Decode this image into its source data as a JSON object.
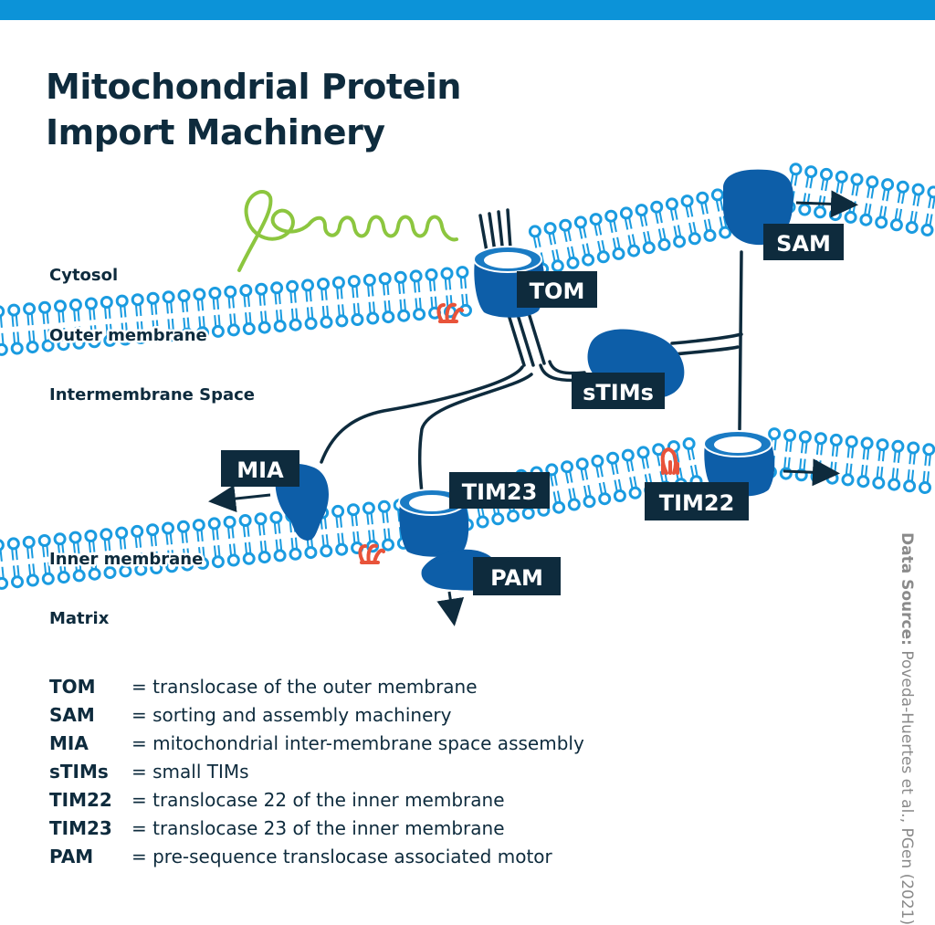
{
  "header": {
    "bar_color": "#0c93d8"
  },
  "title": {
    "line1": "Mitochondrial Protein",
    "line2": "Import Machinery"
  },
  "regions": {
    "cytosol": "Cytosol",
    "outer_membrane": "Outer membrane",
    "intermembrane_space": "Intermembrane Space",
    "inner_membrane": "Inner membrane",
    "matrix": "Matrix"
  },
  "complexes": {
    "tom": "TOM",
    "sam": "SAM",
    "stims": "sTIMs",
    "mia": "MIA",
    "tim23": "TIM23",
    "tim22": "TIM22",
    "pam": "PAM"
  },
  "legend": [
    {
      "abbr": "TOM",
      "definition": "= translocase of the outer membrane"
    },
    {
      "abbr": "SAM",
      "definition": "= sorting and assembly machinery"
    },
    {
      "abbr": "MIA",
      "definition": "= mitochondrial inter-membrane space assembly"
    },
    {
      "abbr": "sTIMs",
      "definition": "= small TIMs"
    },
    {
      "abbr": "TIM22",
      "definition": "= translocase 22 of the inner membrane"
    },
    {
      "abbr": "TIM23",
      "definition": "= translocase 23 of the inner membrane"
    },
    {
      "abbr": "PAM",
      "definition": "= pre-sequence translocase associated motor"
    }
  ],
  "source": {
    "label": "Data Source:",
    "text": "Poveda-Huertes et al., PGen (2021)"
  },
  "colors": {
    "lipid": "#1a9be0",
    "protein": "#0d5ea8",
    "protein_light": "#1a7bc4",
    "label_bg": "#0e2b3d",
    "peptide": "#8cc63f",
    "inserted_protein": "#e8533a",
    "text": "#0e2b3d"
  }
}
